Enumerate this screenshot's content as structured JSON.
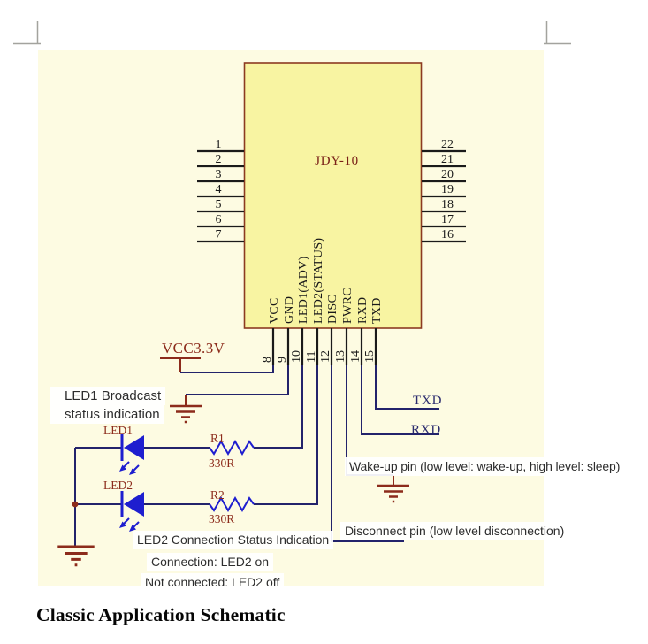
{
  "document": {
    "caption": "Classic Application Schematic"
  },
  "schematic": {
    "ic": {
      "name": "JDY-10",
      "left_pins": [
        "1",
        "2",
        "3",
        "4",
        "5",
        "6",
        "7"
      ],
      "right_pins": [
        "22",
        "21",
        "20",
        "19",
        "18",
        "17",
        "16"
      ],
      "bottom_pins": [
        {
          "num": "8",
          "label": "VCC"
        },
        {
          "num": "9",
          "label": "GND"
        },
        {
          "num": "10",
          "label": "LED1(ADV)"
        },
        {
          "num": "11",
          "label": "LED2(STATUS)"
        },
        {
          "num": "12",
          "label": "DISC"
        },
        {
          "num": "13",
          "label": "PWRC"
        },
        {
          "num": "14",
          "label": "RXD"
        },
        {
          "num": "15",
          "label": "TXD"
        }
      ]
    },
    "power_label": "VCC3.3V",
    "net_labels": {
      "txd": "TXD",
      "rxd": "RXD"
    },
    "components": {
      "led1": {
        "ref": "LED1"
      },
      "led2": {
        "ref": "LED2"
      },
      "r1": {
        "ref": "R1",
        "value": "330R"
      },
      "r2": {
        "ref": "R2",
        "value": "330R"
      }
    },
    "colors": {
      "canvas": "#fdfbe2",
      "ic_fill": "#f8f4a2",
      "ic_border": "#8c3a21",
      "wire_navy": "#23236b",
      "component_blue": "#1e1ecf",
      "label_red": "#8c2b1b",
      "pin_black": "#1a1a1a"
    }
  },
  "annotations": {
    "led1_note_line1": "LED1 Broadcast",
    "led1_note_line2": "status indication",
    "wakeup_note": "Wake-up pin (low level: wake-up, high level: sleep)",
    "disconnect_note": "Disconnect pin (low level disconnection)",
    "led2_note": "LED2 Connection Status Indication",
    "connection_note": "Connection: LED2 on",
    "not_connected_note": "Not connected: LED2 off"
  }
}
